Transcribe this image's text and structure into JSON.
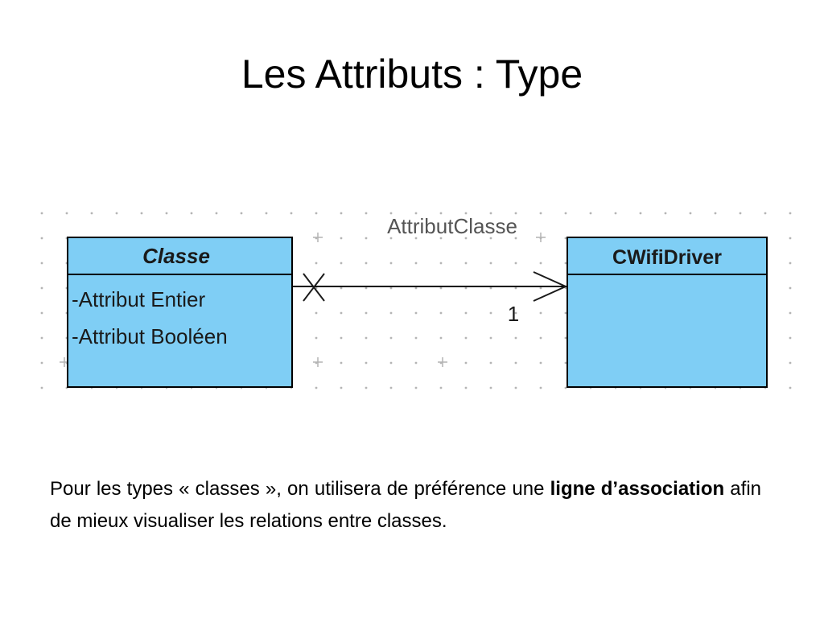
{
  "slide": {
    "title": "Les Attributs : Type"
  },
  "diagram": {
    "association_label": "AttributClasse",
    "multiplicity": "1",
    "colors": {
      "class_fill": "#7fcef5",
      "border": "#000000",
      "grid_dot": "#b4b4b4",
      "label_text": "#555555"
    },
    "source_class": {
      "name": "Classe",
      "attributes": [
        "-Attribut Entier",
        "-Attribut Booléen"
      ]
    },
    "target_class": {
      "name": "CWifiDriver",
      "attributes": []
    }
  },
  "body_text": {
    "part1": "Pour les types « classes », on utilisera de préférence une ",
    "bold1": "ligne d’association",
    "part2": " afin de mieux visualiser les relations entre classes."
  }
}
